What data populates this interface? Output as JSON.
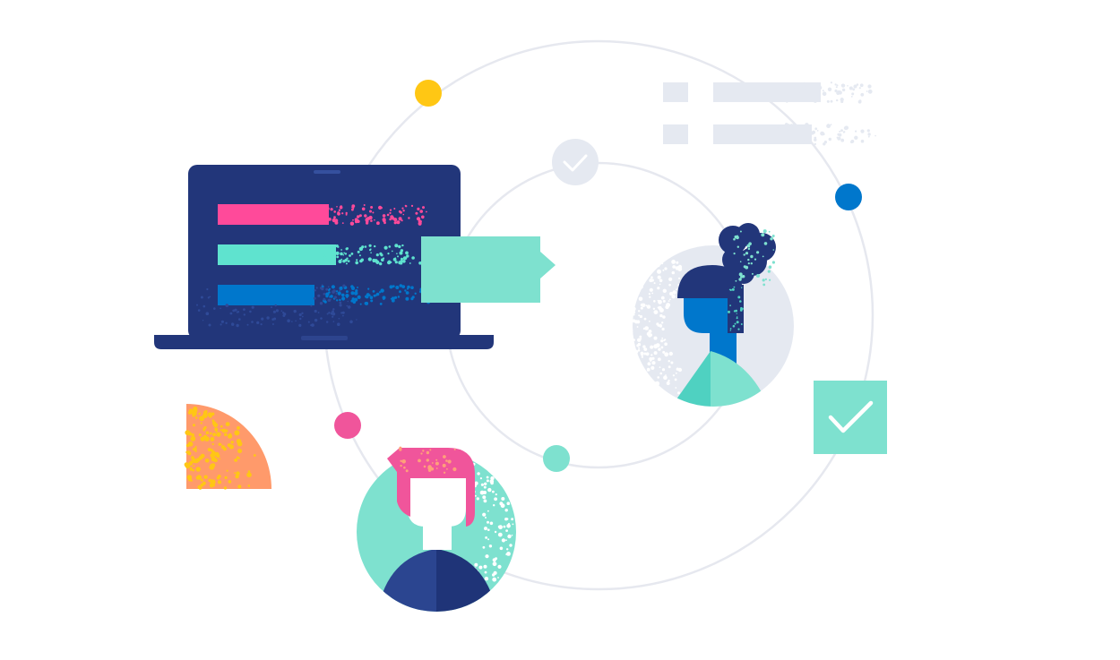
{
  "illustration": {
    "colors": {
      "background": "#ffffff",
      "orbit": "#e6e8ef",
      "navy": "#22367a",
      "navy_dark": "#1d2f6e",
      "pink": "#f0559b",
      "hot_pink": "#ff4a9a",
      "mint": "#7ee1cf",
      "teal": "#4fd1c1",
      "blue": "#0077cc",
      "yellow": "#ffc714",
      "orange": "#ff9a6b",
      "gray_light": "#e5e9f1",
      "white": "#ffffff"
    },
    "icons": {
      "laptop": "laptop-icon",
      "chat_bubble": "chat-bubble-icon",
      "checkmark_card": "check-icon",
      "checkmark_badge": "check-circle-icon",
      "person_woman": "woman-avatar-icon",
      "person_man": "man-avatar-icon",
      "quarter_circle": "quarter-circle-shape",
      "list_lines": "list-icon"
    },
    "laptop_screen_bars": [
      {
        "color": "#ff4a9a",
        "fill": 0.52
      },
      {
        "color": "#5fe3cf",
        "fill": 0.55
      },
      {
        "color": "#0077cc",
        "fill": 0.45
      }
    ],
    "orbit_dots": [
      {
        "name": "yellow-dot",
        "color": "#ffc714"
      },
      {
        "name": "blue-dot",
        "color": "#0077cc"
      },
      {
        "name": "pink-dot",
        "color": "#f0559b"
      },
      {
        "name": "mint-dot",
        "color": "#7ee1cf"
      }
    ]
  }
}
